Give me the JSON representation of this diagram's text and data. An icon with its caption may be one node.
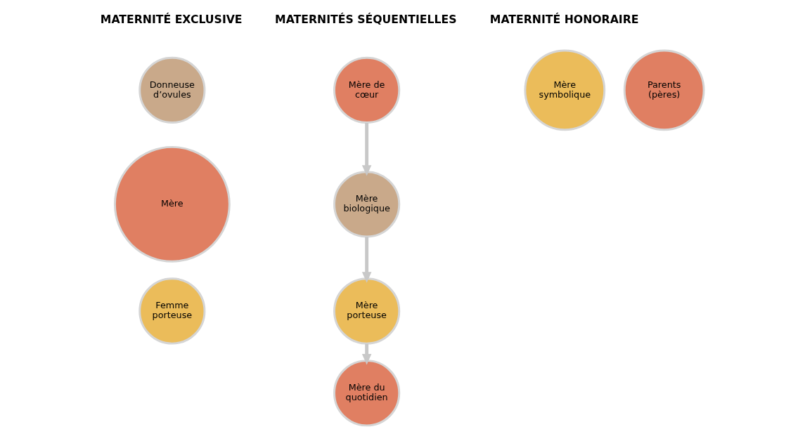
{
  "diagram": {
    "nodes": [
      {
        "text": [
          "Donneuse d’ovules"
        ]
      },
      {
        "text": [
          "Mère"
        ]
      },
      {
        "text": [
          "Femme porteuse"
        ]
      },
      {
        "text": [
          "Mère de cœur"
        ]
      },
      {
        "text": [
          "Mère biologique"
        ]
      },
      {
        "text": [
          "Mère porteuse"
        ]
      },
      {
        "text": [
          "Mère du quotidien"
        ]
      },
      {
        "text": [
          "Mère symbolique"
        ]
      },
      {
        "text": [
          "Parents (pères)"
        ]
      }
    ],
    "edges": [
      {
        "from": 3,
        "to": 4,
        "arrow": "to"
      },
      {
        "from": 4,
        "to": 5,
        "arrow": "to"
      },
      {
        "from": 5,
        "to": 6,
        "arrow": "to"
      }
    ],
    "labels": [
      "MATERNITÉ EXCLUSIVE",
      "MATERNITÉS SÉQUENTIELLES",
      "MATERNITÉ HONORAIRE"
    ]
  }
}
